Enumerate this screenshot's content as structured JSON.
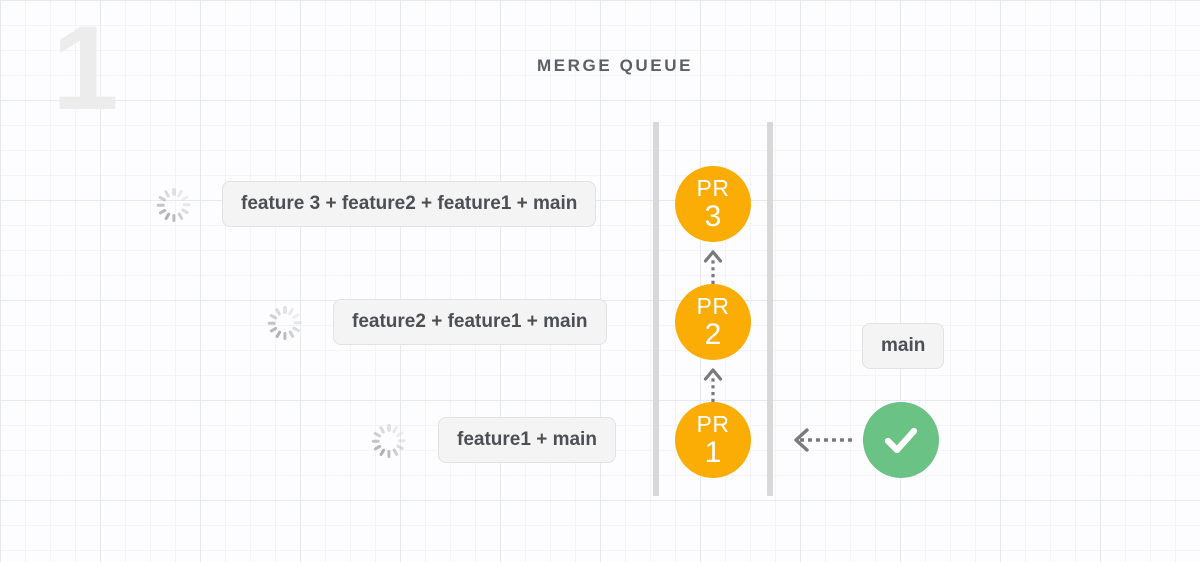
{
  "diagram": {
    "step_number": "1",
    "title": "MERGE QUEUE",
    "colors": {
      "pr_node": "#FBAD05",
      "success": "#6BC285",
      "rail": "#d8d8d8",
      "pill_bg": "#f4f4f4",
      "pill_border": "#e2e2e2",
      "text": "#4d4f55",
      "title_text": "#5c5f66",
      "step_number_text": "#ececec",
      "grid_minor": "#f3f4fb",
      "grid_major": "#e6e9f5",
      "spinner": "#9b9b9b",
      "arrow": "#7a7a7a"
    }
  },
  "queue": {
    "rails": [
      {
        "name": "queue-rail-left"
      },
      {
        "name": "queue-rail-right"
      }
    ],
    "entries": [
      {
        "pr_label": "PR",
        "pr_number": "3",
        "branch_label": "feature 3 + feature2 + feature1 + main",
        "status_icon": "spinner-icon",
        "status": "building"
      },
      {
        "pr_label": "PR",
        "pr_number": "2",
        "branch_label": "feature2 + feature1 + main",
        "status_icon": "spinner-icon",
        "status": "building"
      },
      {
        "pr_label": "PR",
        "pr_number": "1",
        "branch_label": "feature1 + main",
        "status_icon": "spinner-icon",
        "status": "building"
      }
    ],
    "connectors": [
      {
        "name": "arrow-pr2-to-pr3",
        "direction": "up",
        "style": "dashed"
      },
      {
        "name": "arrow-pr1-to-pr2",
        "direction": "up",
        "style": "dashed"
      },
      {
        "name": "arrow-merge-back-to-pr1",
        "direction": "left",
        "style": "dashed"
      }
    ]
  },
  "target": {
    "branch_label": "main",
    "result_icon": "check-icon",
    "result": "passed"
  }
}
